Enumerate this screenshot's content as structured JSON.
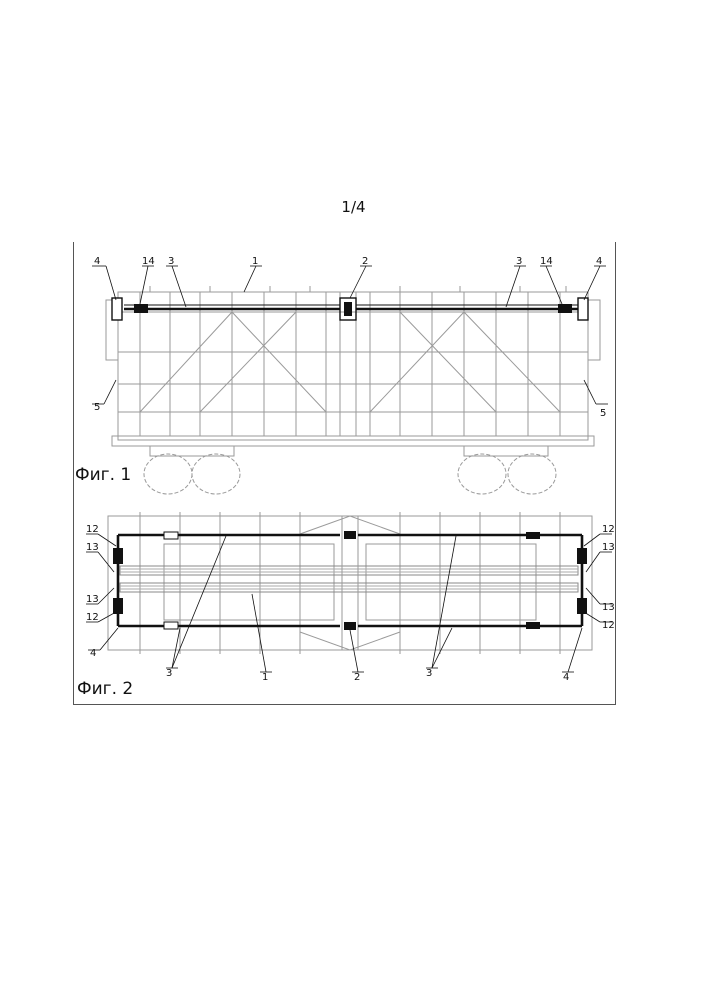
{
  "page_number": "1/4",
  "figures": [
    {
      "caption": "Фиг. 1",
      "callouts": [
        "4",
        "14",
        "3",
        "1",
        "2",
        "3",
        "14",
        "4",
        "5",
        "5"
      ]
    },
    {
      "caption": "Фиг. 2",
      "callouts": [
        "12",
        "13",
        "13",
        "12",
        "4",
        "3",
        "1",
        "2",
        "3",
        "4",
        "12",
        "13",
        "13",
        "12"
      ]
    }
  ]
}
